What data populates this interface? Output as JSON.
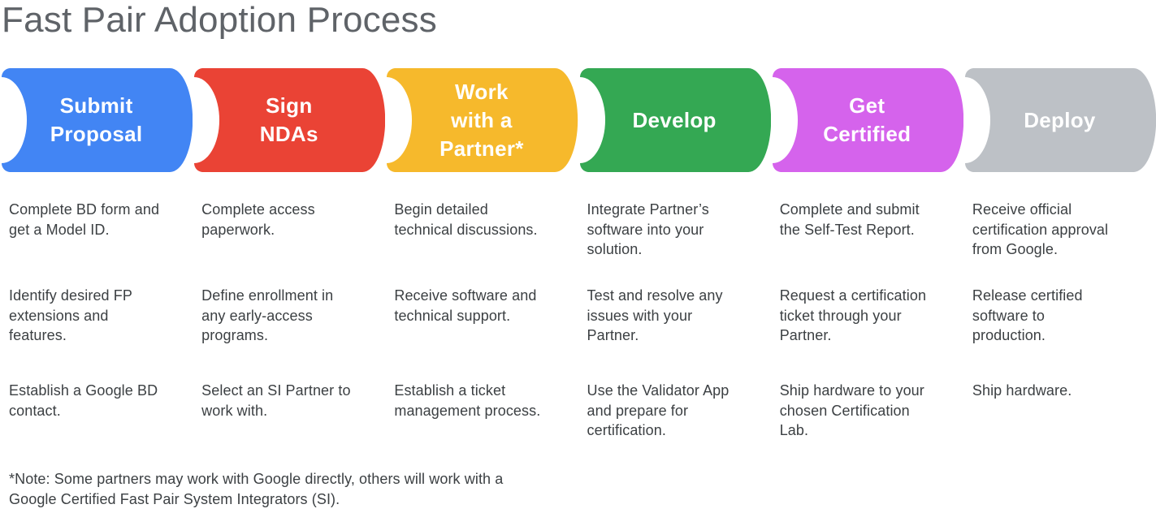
{
  "page": {
    "title": "Fast Pair Adoption Process",
    "note": "*Note: Some partners may work with Google directly, others will work with a\nGoogle Certified Fast Pair System Integrators (SI)."
  },
  "stages": [
    {
      "name": "submit-proposal",
      "label": "Submit\nProposal",
      "color": "#4285F4",
      "steps": [
        "Complete BD form and\nget a Model ID.",
        "Identify desired FP\nextensions and\nfeatures.",
        "Establish a Google BD\ncontact."
      ]
    },
    {
      "name": "sign-ndas",
      "label": "Sign\nNDAs",
      "color": "#EA4335",
      "steps": [
        "Complete access\npaperwork.",
        "Define enrollment in\nany early-access\nprograms.",
        "Select an SI Partner to\nwork with."
      ]
    },
    {
      "name": "work-with-partner",
      "label": "Work\nwith a\nPartner*",
      "color": "#F6B92C",
      "steps": [
        "Begin detailed\ntechnical discussions.",
        "Receive software and\ntechnical support.",
        "Establish a ticket\nmanagement process."
      ]
    },
    {
      "name": "develop",
      "label": "Develop",
      "color": "#34A853",
      "steps": [
        "Integrate Partner’s\nsoftware into your\nsolution.",
        "Test and resolve any\nissues with your\nPartner.",
        "Use the Validator App\nand prepare for\ncertification."
      ]
    },
    {
      "name": "get-certified",
      "label": "Get\nCertified",
      "color": "#D563EC",
      "steps": [
        "Complete and submit\nthe Self-Test Report.",
        "Request a certification\nticket through your\nPartner.",
        "Ship hardware to your\nchosen Certification\nLab."
      ]
    },
    {
      "name": "deploy",
      "label": "Deploy",
      "color": "#BDC1C6",
      "steps": [
        "Receive official\ncertification approval\nfrom Google.",
        "Release certified\nsoftware to\nproduction.",
        "Ship hardware."
      ]
    }
  ]
}
